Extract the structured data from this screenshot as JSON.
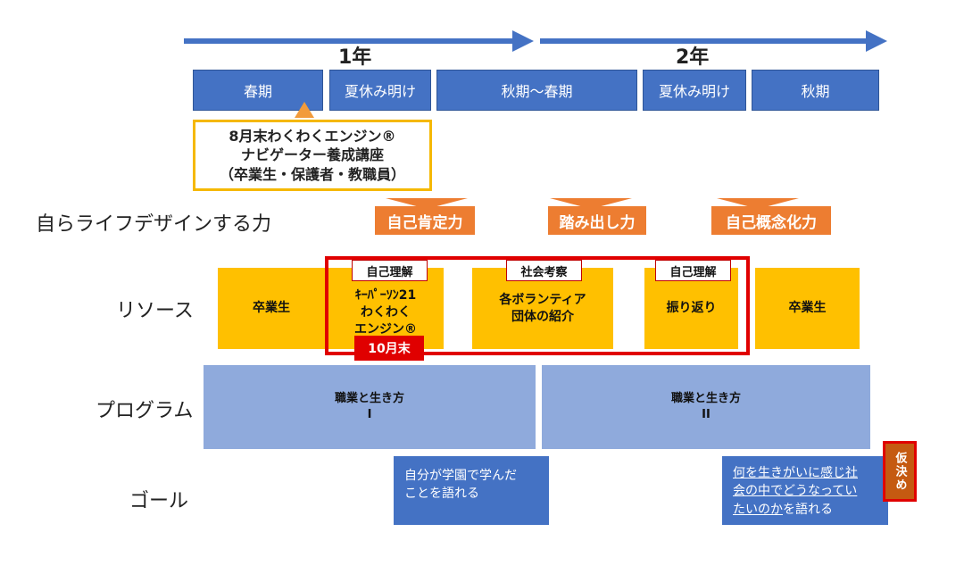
{
  "years": [
    "1年",
    "2年"
  ],
  "periods": [
    "春期",
    "夏休み明け",
    "秋期〜春期",
    "夏休み明け",
    "秋期"
  ],
  "callout": {
    "line1": "8月末わくわくエンジン®",
    "line2": "ナビゲーター養成講座",
    "line3": "（卒業生・保護者・教職員）"
  },
  "rows": {
    "ability": "自らライフデザインする力",
    "resource": "リソース",
    "program": "プログラム",
    "goal": "ゴール"
  },
  "abilities": [
    "自己肯定力",
    "踏み出し力",
    "自己概念化力"
  ],
  "resources": {
    "alumni_1": "卒業生",
    "keeper_line1": "ｷｰﾊﾟｰｿﾝ21",
    "keeper_line2": "わくわく",
    "keeper_line3": "エンジン®",
    "volunteer_line1": "各ボランティア",
    "volunteer_line2": "団体の紹介",
    "reflection": "振り返り",
    "alumni_2": "卒業生"
  },
  "tags": {
    "self_understanding_1": "自己理解",
    "social_study": "社会考察",
    "self_understanding_2": "自己理解",
    "october": "10月末"
  },
  "programs": [
    {
      "line1": "職業と生き方",
      "line2": "I"
    },
    {
      "line1": "職業と生き方",
      "line2": "II"
    }
  ],
  "goals": {
    "goal1_line1": "自分が学園で学んだ",
    "goal1_line2": "ことを語れる",
    "goal2_u1": "何を生きがいに感じ社",
    "goal2_u2": "会の中でどうなってい",
    "goal2_u3": "たいのか",
    "goal2_tail": "を語れる"
  },
  "tentative": "仮決め",
  "colors": {
    "blue": "#4472C4",
    "light_blue": "#8FAADC",
    "orange": "#ED7D31",
    "yellow": "#FFC000",
    "red": "#E00000",
    "brown": "#C55A11",
    "callout_border": "#F5B800"
  }
}
